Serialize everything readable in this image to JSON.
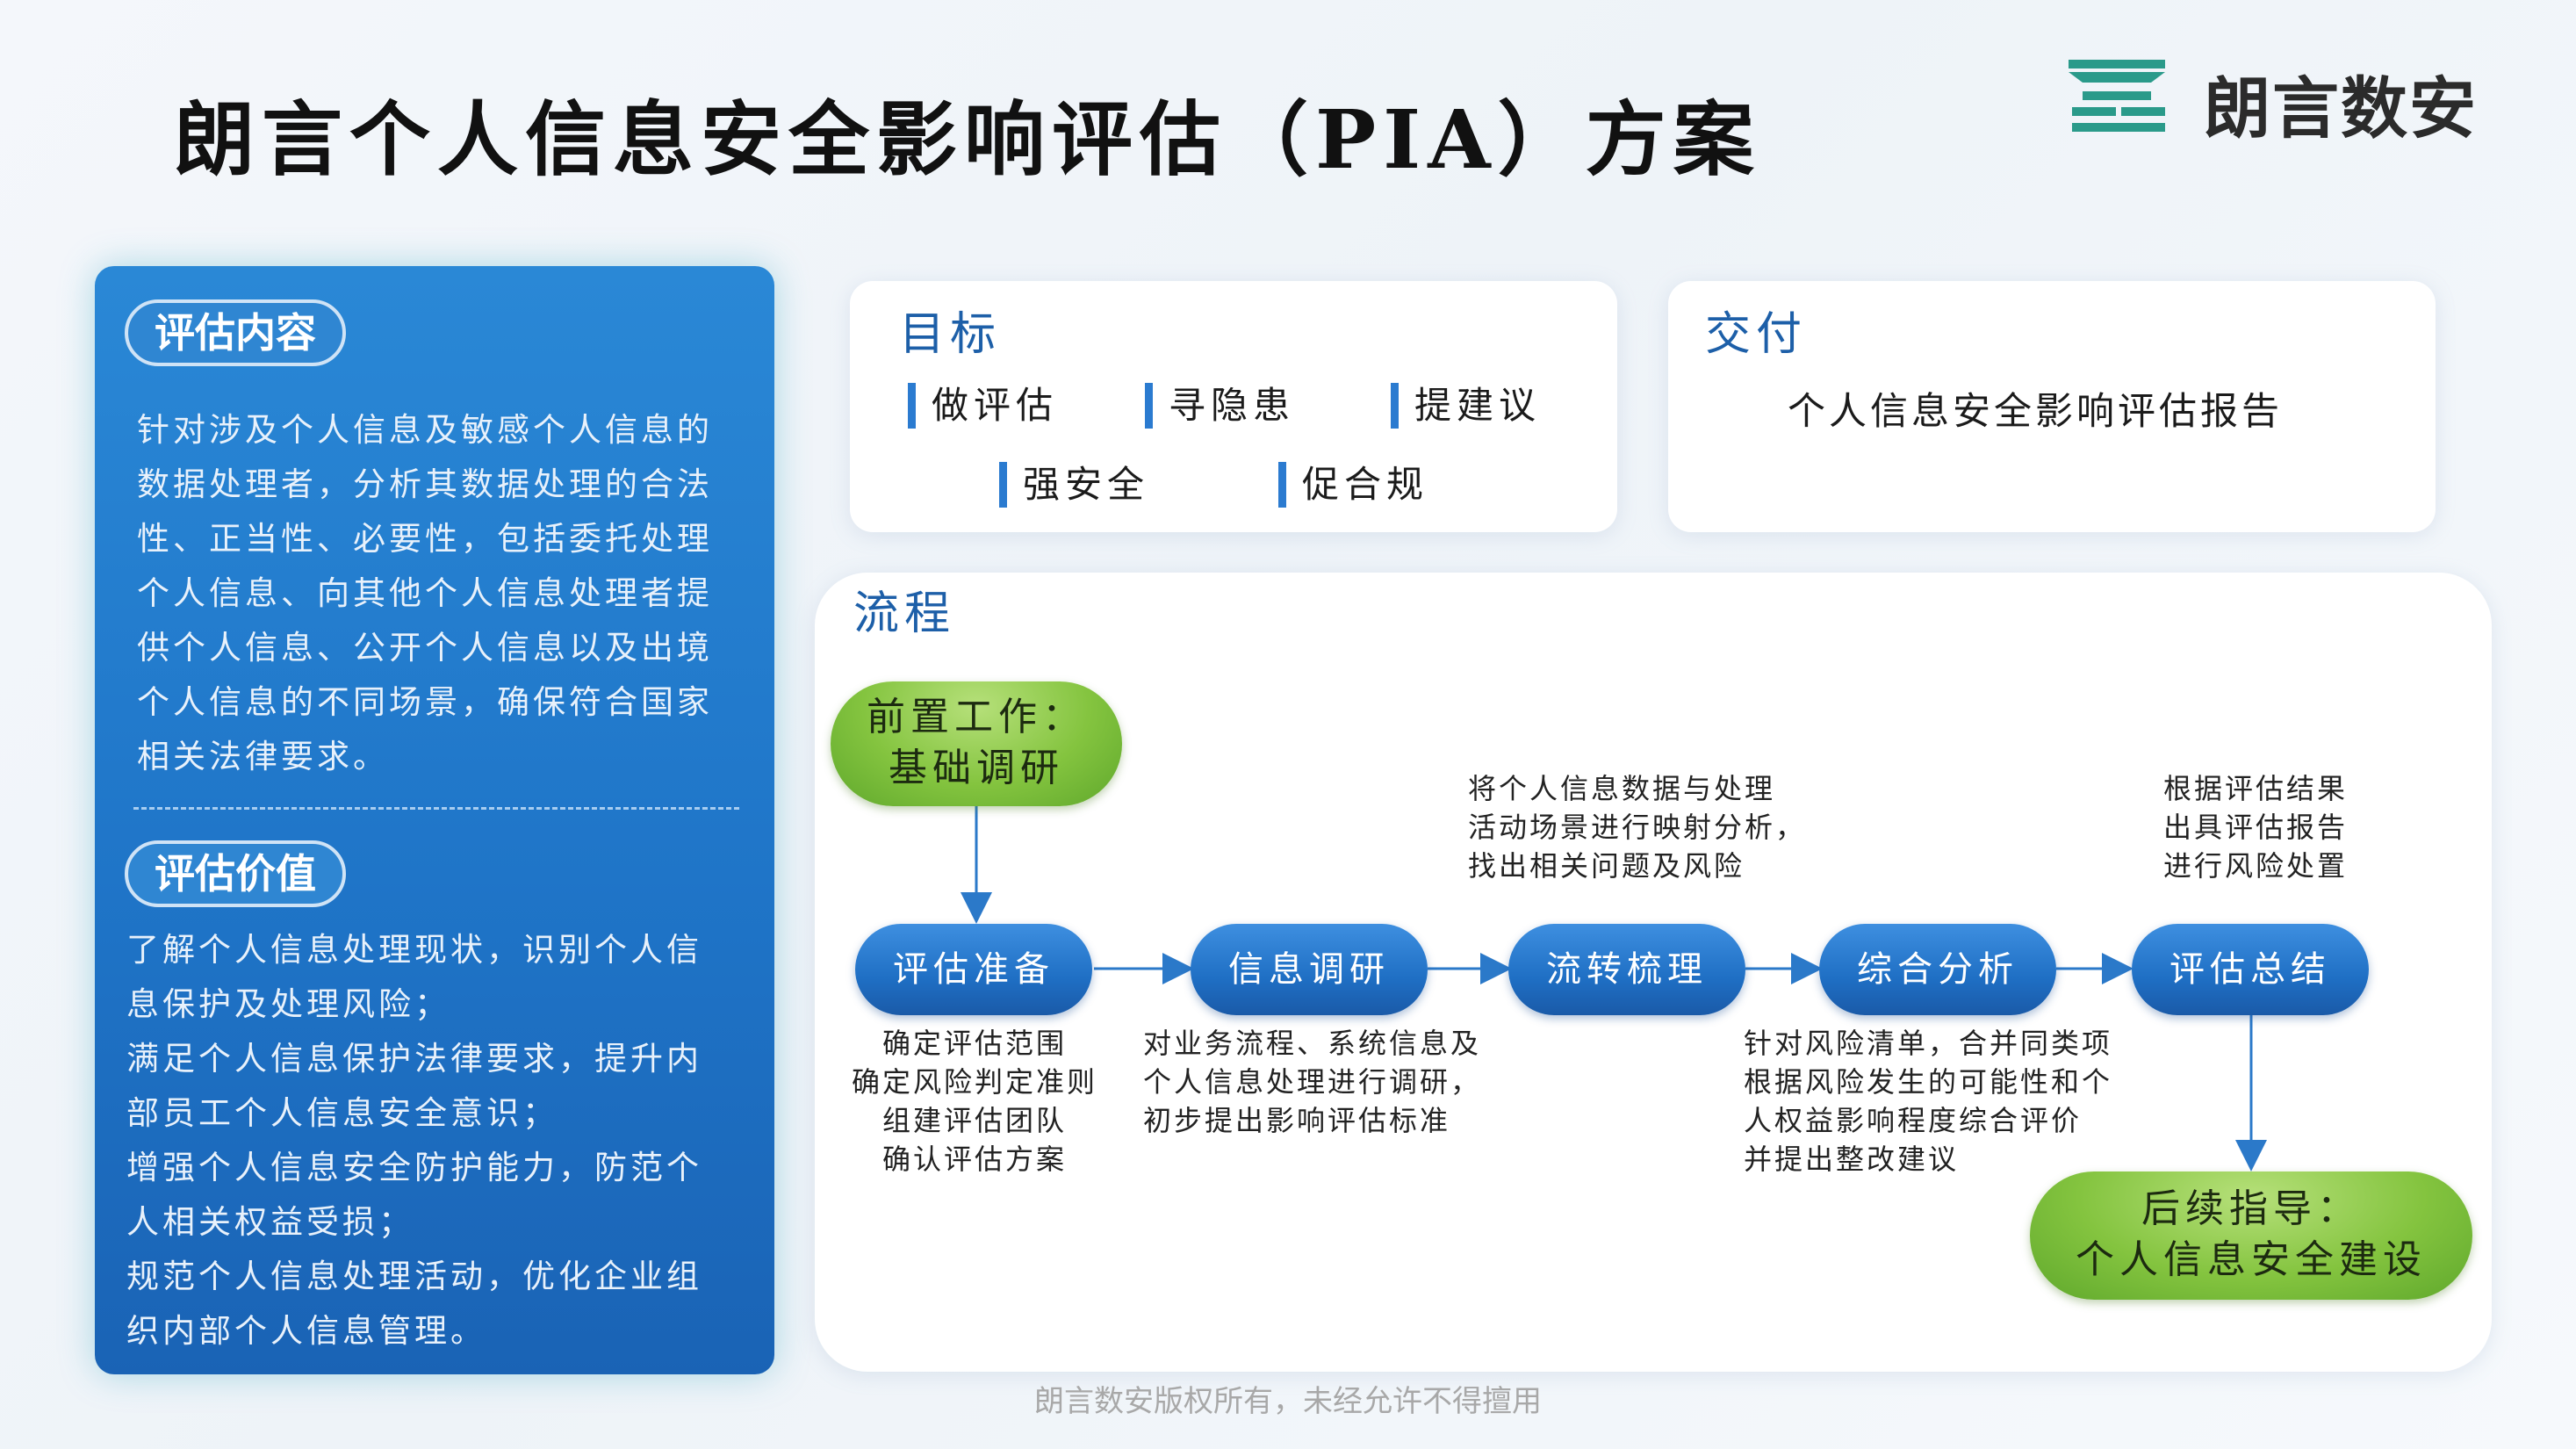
{
  "title": "朗言个人信息安全影响评估（PIA）方案",
  "logo": {
    "text": "朗言数安",
    "icon": "langyan-logo-icon"
  },
  "left_panel": {
    "section1_label": "评估内容",
    "section1_lines": [
      "针对涉及个人信息及敏感个人信息的",
      "数据处理者，分析其数据处理的合法",
      "性、正当性、必要性，包括委托处理",
      "个人信息、向其他个人信息处理者提",
      "供个人信息、公开个人信息以及出境",
      "个人信息的不同场景，确保符合国家",
      "相关法律要求。"
    ],
    "section2_label": "评估价值",
    "section2_lines": [
      "了解个人信息处理现状，识别个人信",
      "息保护及处理风险；",
      "满足个人信息保护法律要求，提升内",
      "部员工个人信息安全意识；",
      "增强个人信息安全防护能力，防范个",
      "人相关权益受损；",
      "规范个人信息处理活动，优化企业组",
      "织内部个人信息管理。"
    ]
  },
  "goal": {
    "heading": "目标",
    "tags": [
      "做评估",
      "寻隐患",
      "提建议",
      "强安全",
      "促合规"
    ]
  },
  "deliver": {
    "heading": "交付",
    "text": "个人信息安全影响评估报告"
  },
  "flow": {
    "heading": "流程",
    "start_lines": [
      "前置工作：",
      "基础调研"
    ],
    "end_lines": [
      "后续指导：",
      "个人信息安全建设"
    ],
    "steps": [
      "评估准备",
      "信息调研",
      "流转梳理",
      "综合分析",
      "评估总结"
    ],
    "note_prep": [
      "确定评估范围",
      "确定风险判定准则",
      "组建评估团队",
      "确认评估方案"
    ],
    "note_research": [
      "对业务流程、系统信息及",
      "个人信息处理进行调研，",
      "初步提出影响评估标准"
    ],
    "note_flow": [
      "将个人信息数据与处理",
      "活动场景进行映射分析，",
      "找出相关问题及风险"
    ],
    "note_analysis": [
      "针对风险清单，合并同类项",
      "根据风险发生的可能性和个",
      "人权益影响程度综合评价",
      "并提出整改建议"
    ],
    "note_summary": [
      "根据评估结果",
      "出具评估报告",
      "进行风险处置"
    ]
  },
  "footer": "朗言数安版权所有，未经允许不得擅用",
  "colors": {
    "brand_blue": "#1f75c8",
    "accent_green": "#84c43f",
    "heading_blue": "#1d5fa8"
  }
}
